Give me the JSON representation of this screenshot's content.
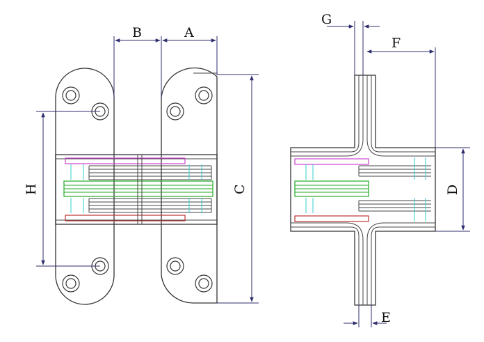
{
  "labels": {
    "A": "A",
    "B": "B",
    "C": "C",
    "D": "D",
    "E": "E",
    "F": "F",
    "G": "G",
    "H": "H"
  },
  "colors": {
    "magenta": "#cc44cc",
    "green": "#22aa22",
    "red": "#bb3333",
    "cyan": "#33cccc",
    "dimension": "#2d2d6e"
  }
}
